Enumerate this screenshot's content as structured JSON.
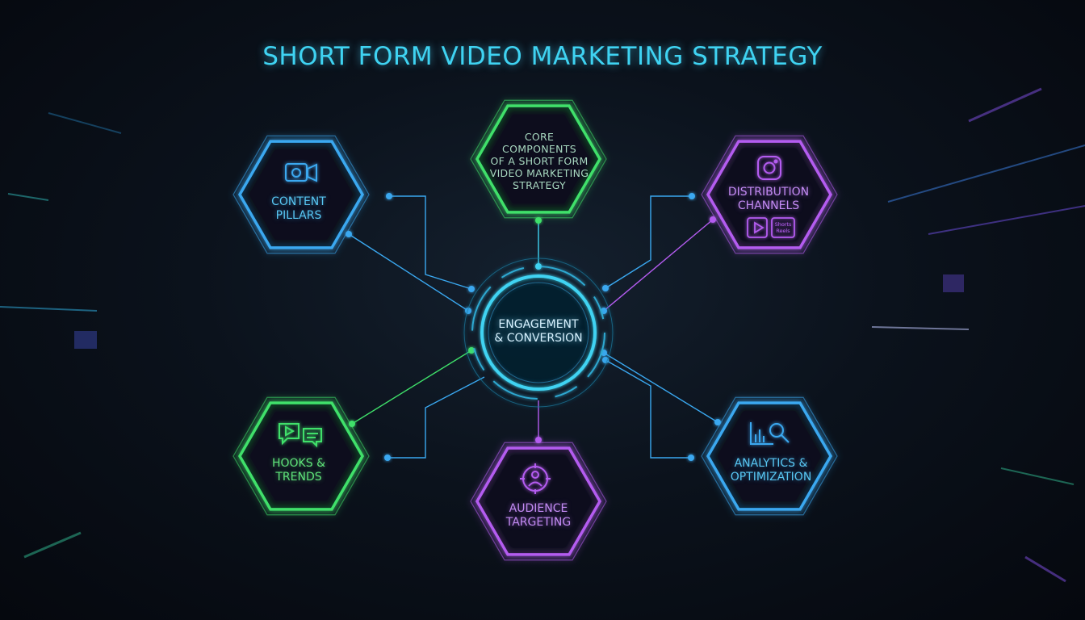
{
  "title": "SHORT FORM VIDEO MARKETING STRATEGY",
  "core": {
    "label": "CORE\nCOMPONENTS\nOF A SHORT FORM\nVIDEO MARKETING\nSTRATEGY"
  },
  "center": {
    "label": "ENGAGEMENT\n& CONVERSION"
  },
  "nodes": [
    {
      "id": "content-pillars",
      "label": "CONTENT\nPILLARS",
      "color": "#3aa8f0",
      "icon": "video-camera-icon"
    },
    {
      "id": "distribution-channels",
      "label": "DISTRIBUTION\nCHANNELS",
      "color": "#b45cf0",
      "icon": "instagram-icon",
      "badge_text": "Shorts\nReels"
    },
    {
      "id": "hooks-trends",
      "label": "HOOKS &\nTRENDS",
      "color": "#3fe06a",
      "icon": "video-chat-icon"
    },
    {
      "id": "audience-targeting",
      "label": "AUDIENCE\nTARGETING",
      "color": "#b45cf0",
      "icon": "target-user-icon"
    },
    {
      "id": "analytics-optimization",
      "label": "ANALYTICS &\nOPTIMIZATION",
      "color": "#3aa8f0",
      "icon": "analytics-search-icon"
    }
  ],
  "colors": {
    "blue": "#3aa8f0",
    "green": "#3fe06a",
    "purple": "#b45cf0",
    "cyan": "#3fd3f2"
  }
}
